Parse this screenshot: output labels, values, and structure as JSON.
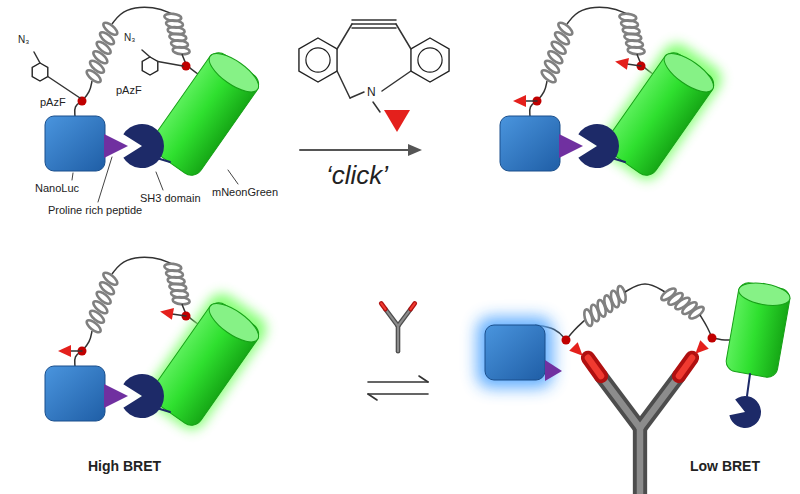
{
  "diagram": {
    "labels": [
      "N₃",
      "N₃",
      "pAzF",
      "pAzF",
      "NanoLuc",
      "Proline rich peptide",
      "SH3 domain",
      "mNeonGreen",
      "N",
      "‘click’",
      "High BRET",
      "Low BRET"
    ]
  }
}
